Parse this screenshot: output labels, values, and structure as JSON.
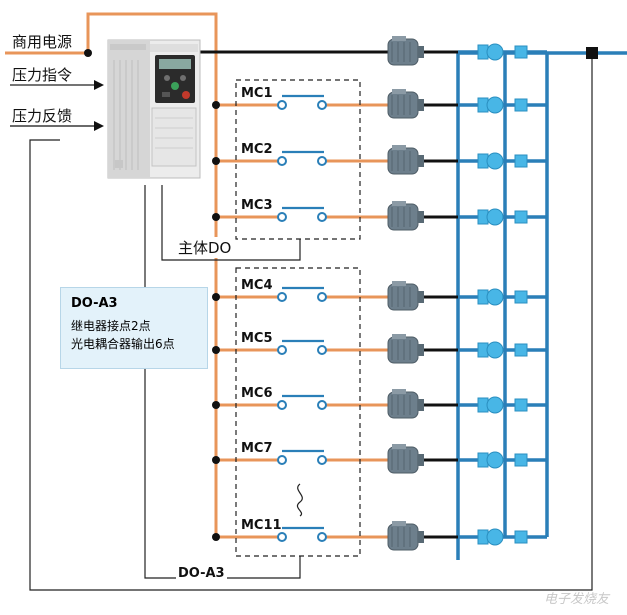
{
  "inputs": {
    "commercial_power": "商用电源",
    "pressure_command": "压力指令",
    "pressure_feedback": "压力反馈"
  },
  "contactors": [
    "MC1",
    "MC2",
    "MC3",
    "MC4",
    "MC5",
    "MC6",
    "MC7",
    "MC11"
  ],
  "main_do_label": "主体DO",
  "doa3_box": {
    "title": "DO-A3",
    "line1": "继电器接点2点",
    "line2": "光电耦合器输出6点"
  },
  "doa3_bottom_label": "DO-A3",
  "watermark": "电子发烧友",
  "colors": {
    "power_line": "#e8955a",
    "black_line": "#111111",
    "pipe": "#2a7fb8",
    "motor": "#6d7f8c",
    "pump": "#48b6e6",
    "box_fill": "#e3f2fa"
  }
}
